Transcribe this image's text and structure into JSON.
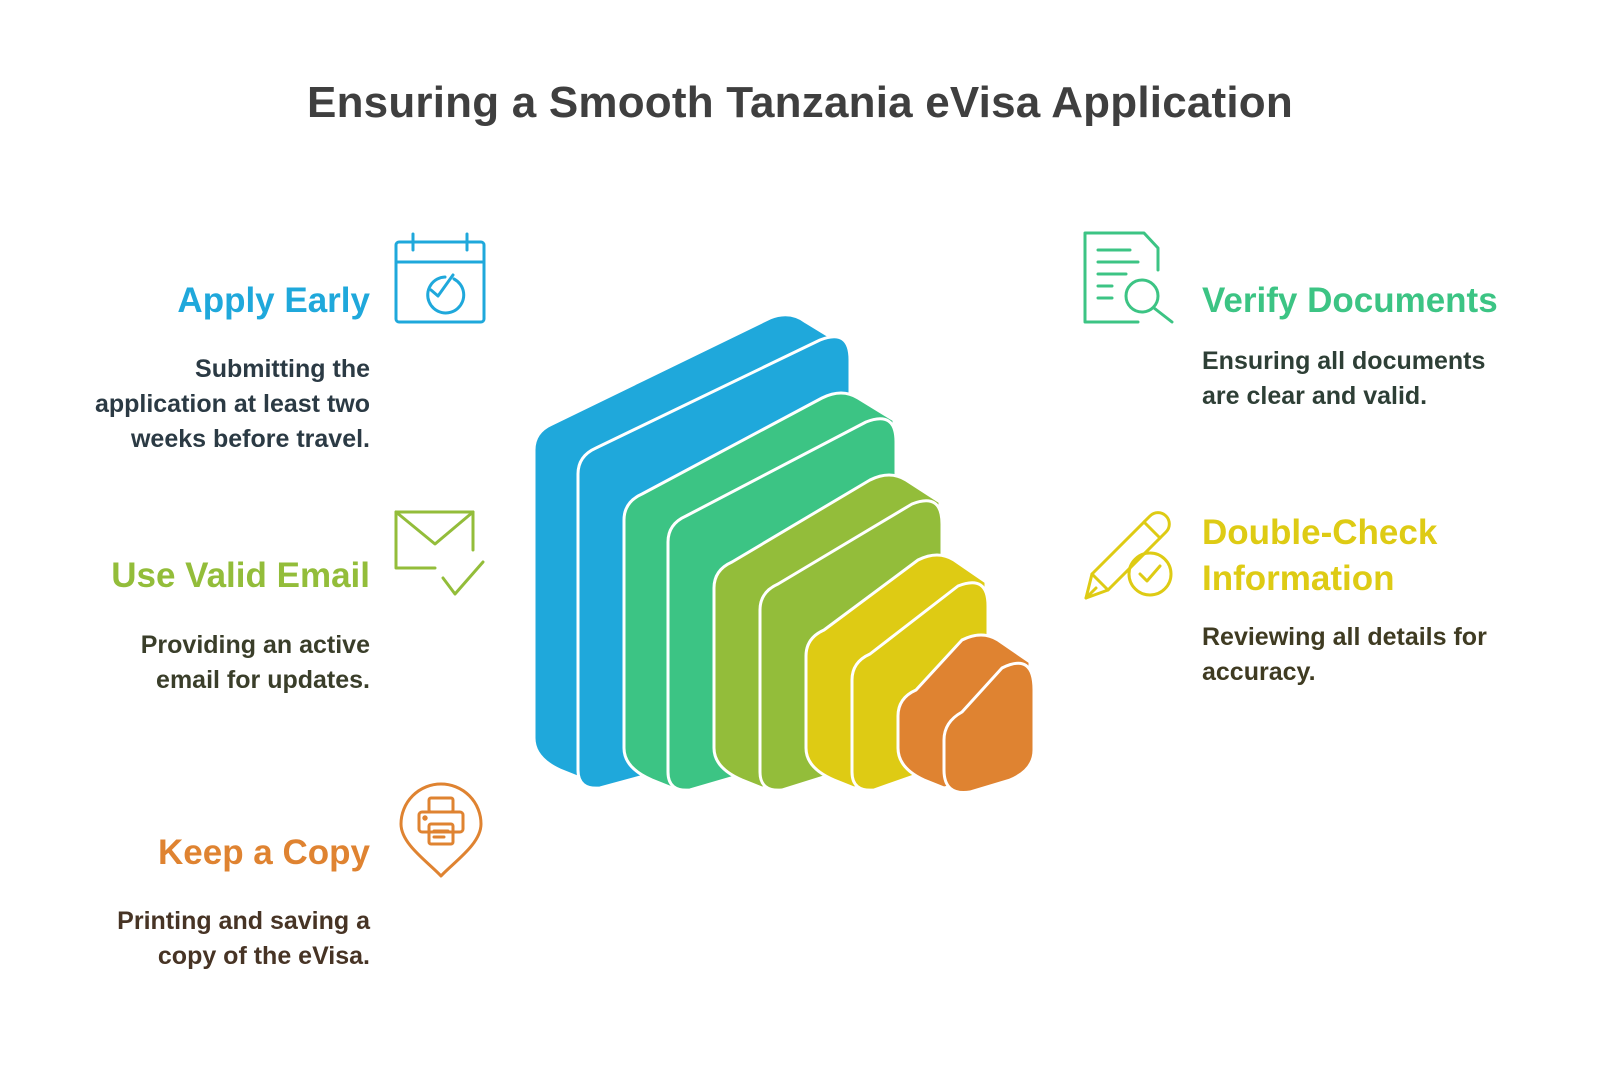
{
  "title": "Ensuring a Smooth Tanzania eVisa Application",
  "colors": {
    "blue": "#1FA8DB",
    "green": "#3CC484",
    "lime": "#93BD3A",
    "yellow": "#DECB14",
    "orange": "#DF8331",
    "title_text": "#3F3F3F"
  },
  "steps": [
    {
      "heading": "Apply Early",
      "description_lines": [
        "Submitting the",
        "application at least two",
        "weeks before travel."
      ],
      "icon": "calendar-check-icon",
      "color": "#1FA8DB",
      "description_color": "#2B3A44"
    },
    {
      "heading": "Verify Documents",
      "description_lines": [
        "Ensuring all documents",
        "are clear and valid."
      ],
      "icon": "document-search-icon",
      "color": "#3CC484",
      "description_color": "#2E3F36"
    },
    {
      "heading": "Use Valid Email",
      "description_lines": [
        "Providing an active",
        "email for updates."
      ],
      "icon": "email-check-icon",
      "color": "#93BD3A",
      "description_color": "#3A3E2A"
    },
    {
      "heading_lines": [
        "Double-Check",
        "Information"
      ],
      "description_lines": [
        "Reviewing all details for",
        "accuracy."
      ],
      "icon": "pencil-check-icon",
      "color": "#DECB14",
      "description_color": "#3F3B22"
    },
    {
      "heading": "Keep a Copy",
      "description_lines": [
        "Printing and saving a",
        "copy of the eVisa."
      ],
      "icon": "printer-pin-icon",
      "color": "#DF8331",
      "description_color": "#473425"
    }
  ]
}
